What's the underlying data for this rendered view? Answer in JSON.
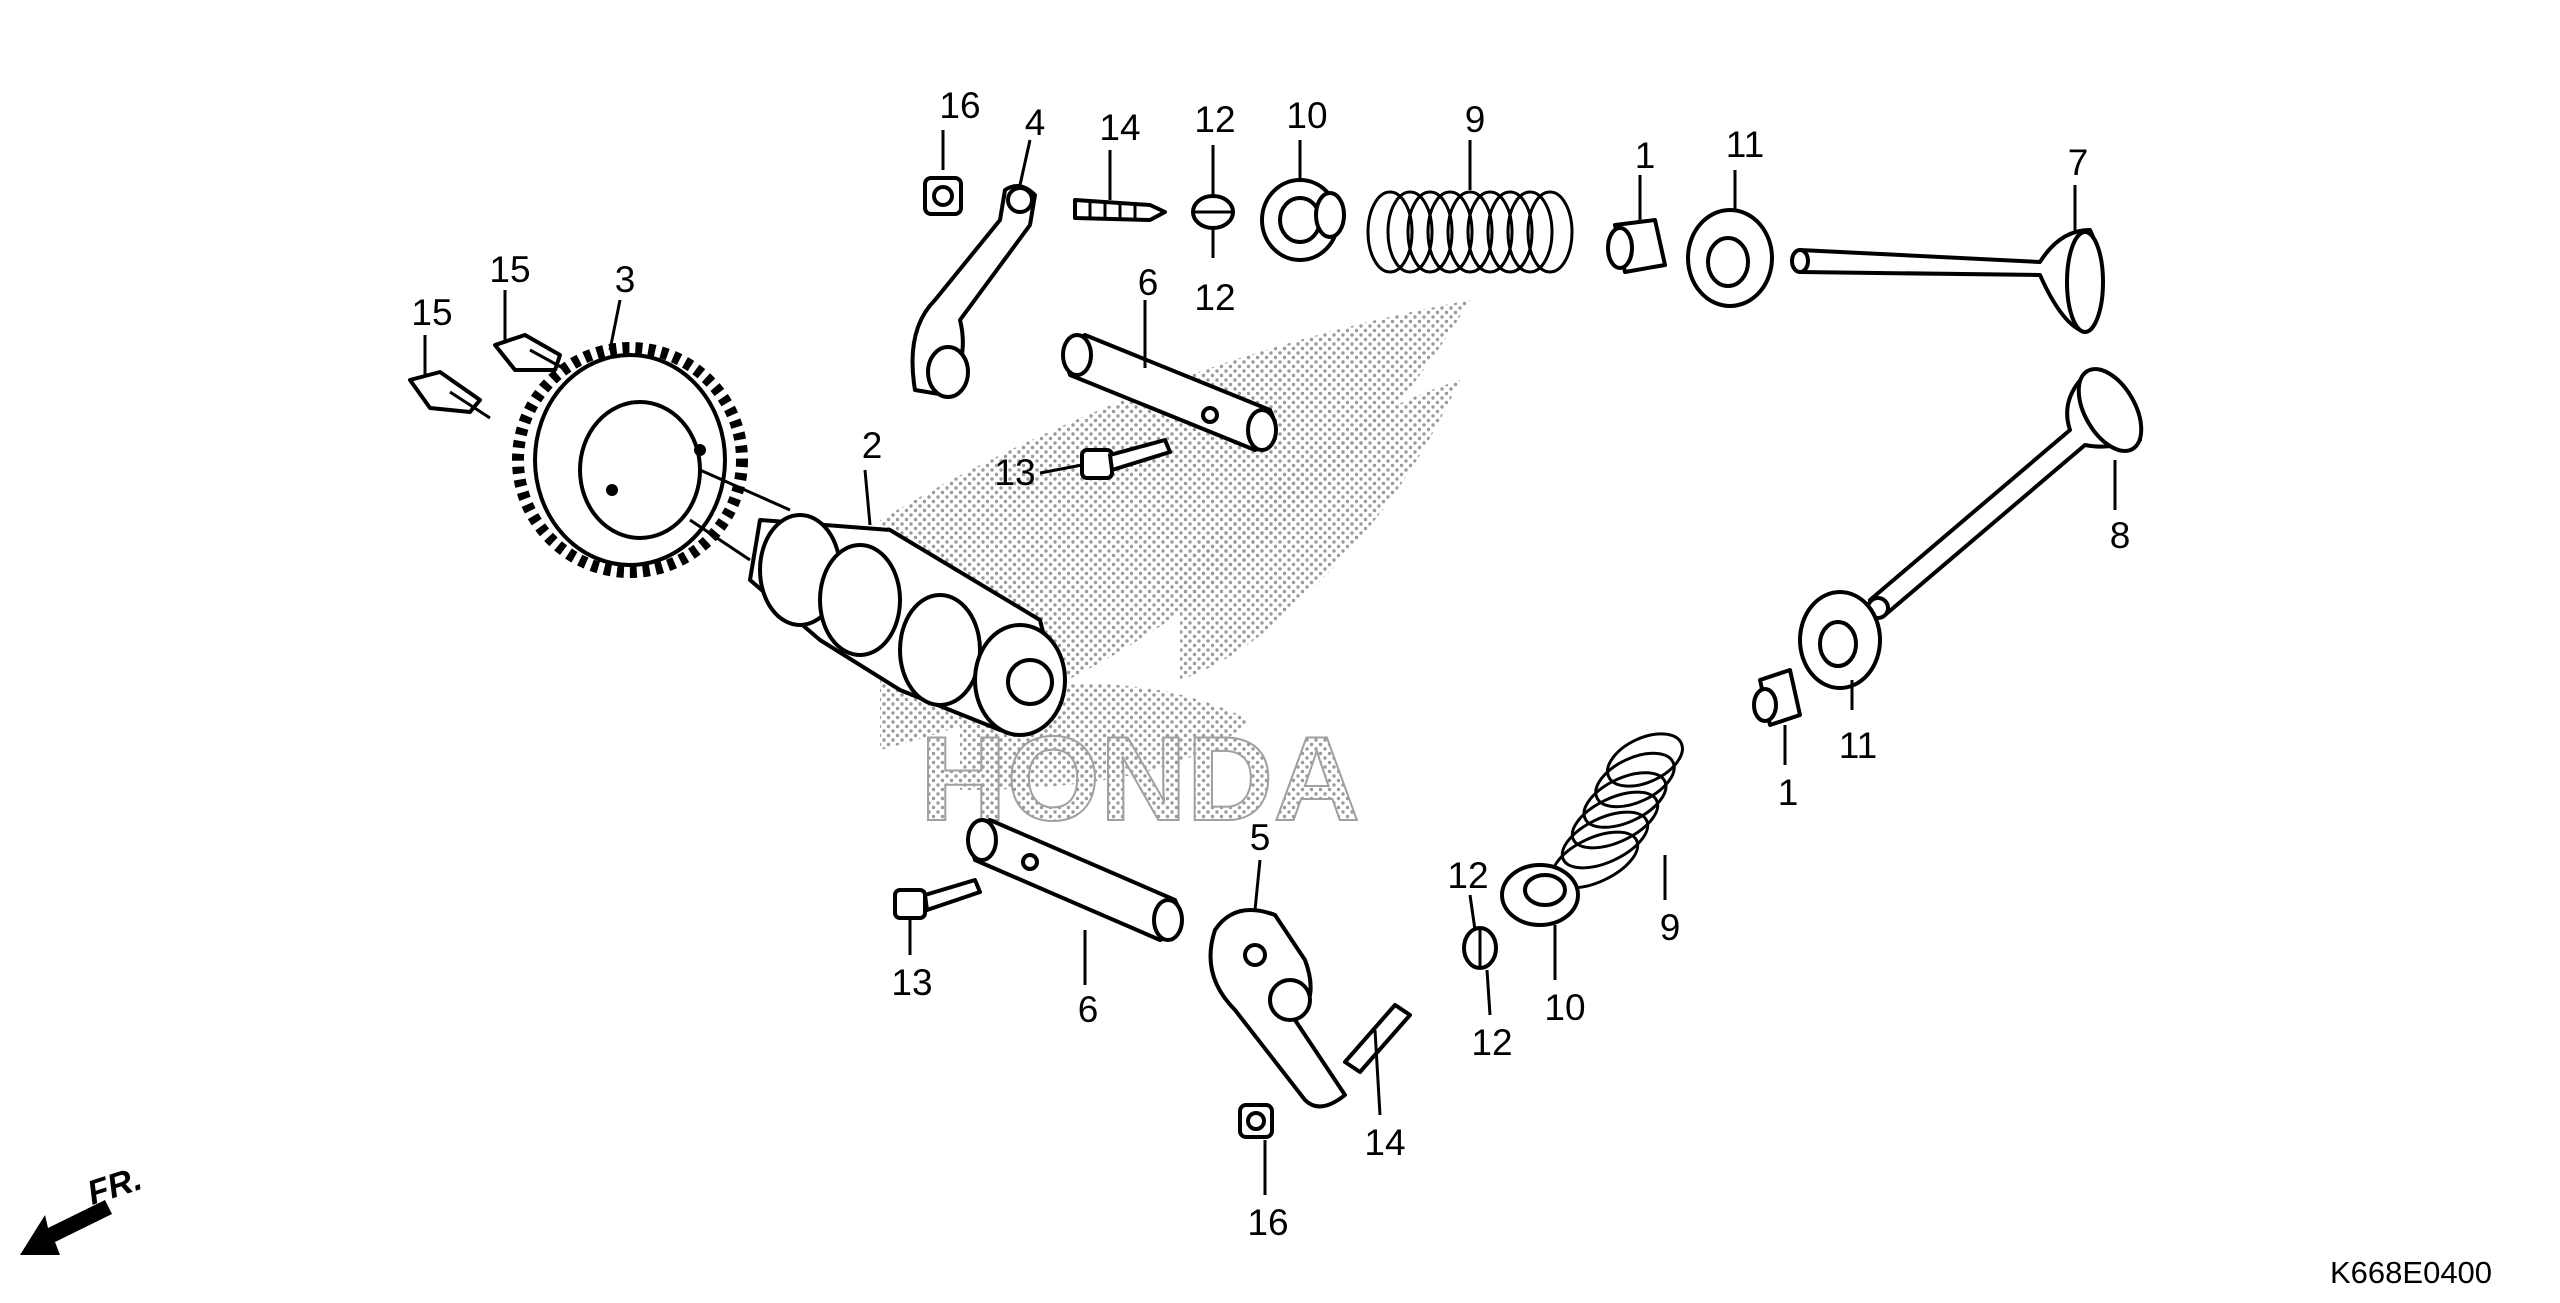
{
  "diagram": {
    "title": "Camshaft / Valve exploded parts diagram",
    "watermark": "HONDA",
    "direction_marker": "FR.",
    "diagram_code": "K668E0400",
    "callouts": [
      "16",
      "4",
      "14",
      "12",
      "10",
      "9",
      "1",
      "11",
      "7",
      "15",
      "3",
      "15",
      "12",
      "6",
      "2",
      "13",
      "8",
      "11",
      "1",
      "5",
      "12",
      "9",
      "13",
      "6",
      "10",
      "12",
      "14",
      "16"
    ]
  }
}
